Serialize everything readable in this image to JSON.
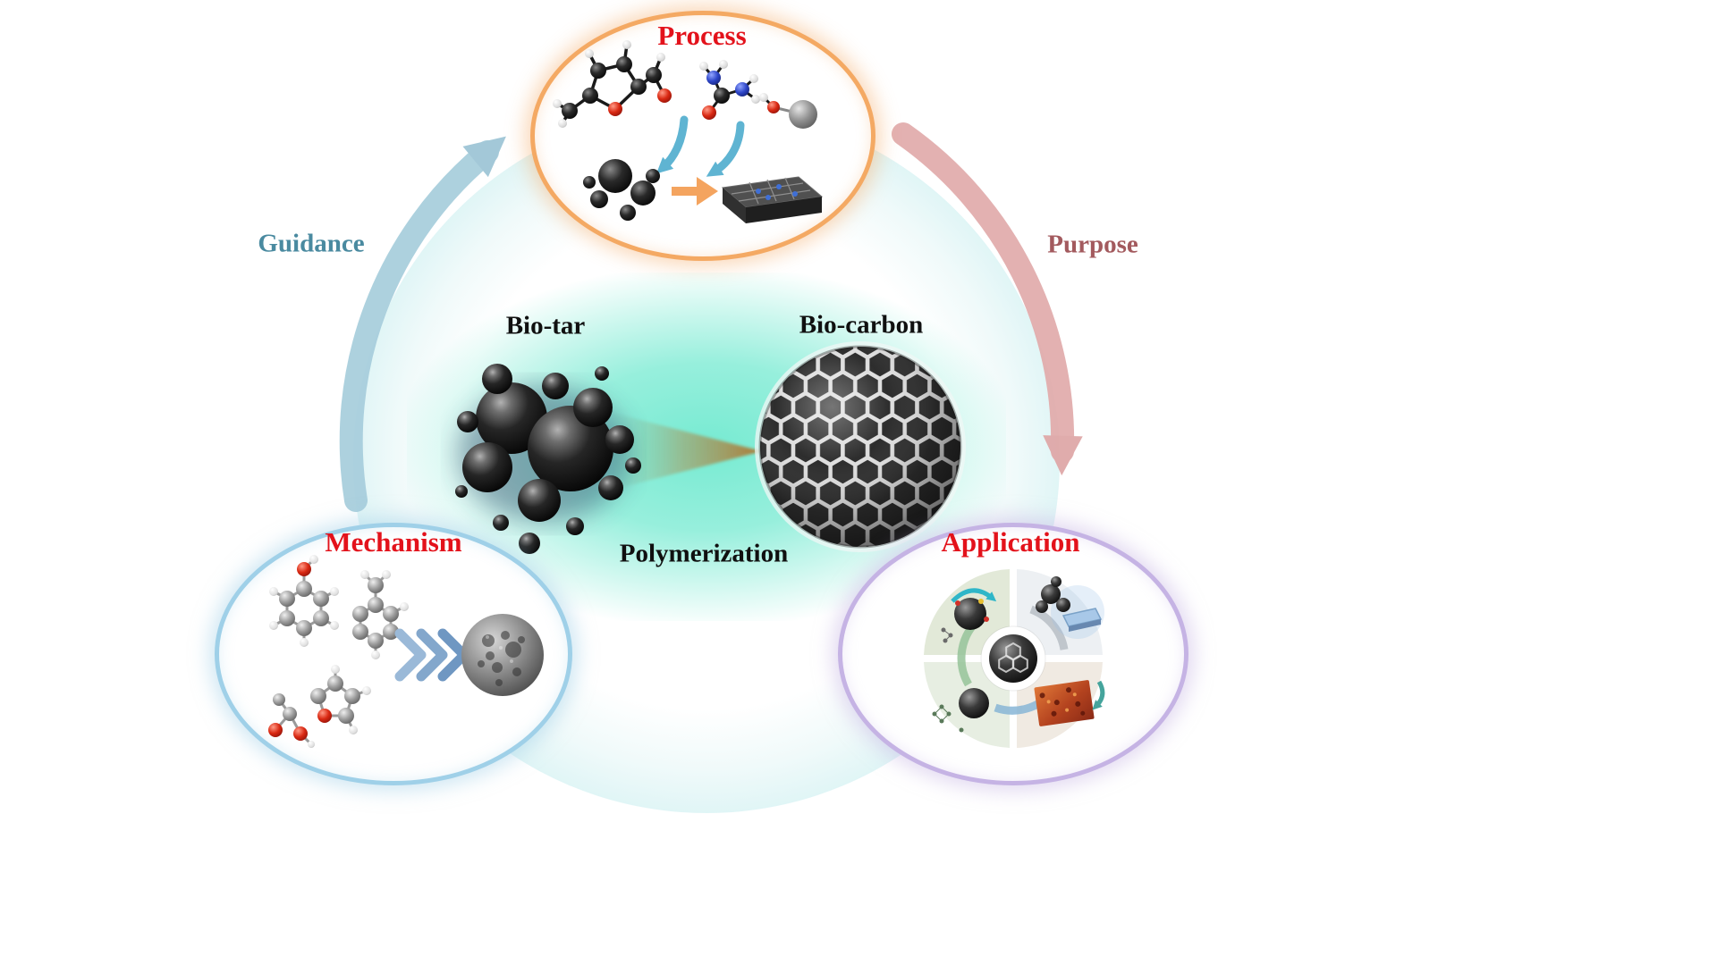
{
  "figure": {
    "title_nodes": {
      "process": "Process",
      "mechanism": "Mechanism",
      "application": "Application"
    },
    "cycle_labels": {
      "guidance": "Guidance",
      "purpose": "Purpose"
    },
    "center": {
      "reactant": "Bio-tar",
      "product": "Bio-carbon",
      "transformation": "Polymerization"
    }
  },
  "icons": {
    "guidance_arrow": "curved-arrow-clockwise-up",
    "purpose_arrow": "curved-arrow-clockwise-down",
    "polymerization_wedge": "right-wedge-arrow",
    "process_reaction_arrow": "right-block-arrow",
    "mechanism_chevrons": "triple-chevron-right",
    "bio_tar": "black-nanosphere-cluster",
    "bio_carbon": "honeycomb-carbon-sphere"
  },
  "colors": {
    "node-title-red": "#e3121b",
    "guidance-text": "#4a8aa0",
    "purpose-text": "#a35a5e",
    "process-ring": "#f4a963",
    "mechanism-ring": "#9fd0e8",
    "application-ring": "#c5b3e4",
    "guidance-arrow": "#a9cfdd",
    "purpose-arrow": "#e2adad",
    "center-glow": "#6fe9cf",
    "center-text": "#101010"
  }
}
